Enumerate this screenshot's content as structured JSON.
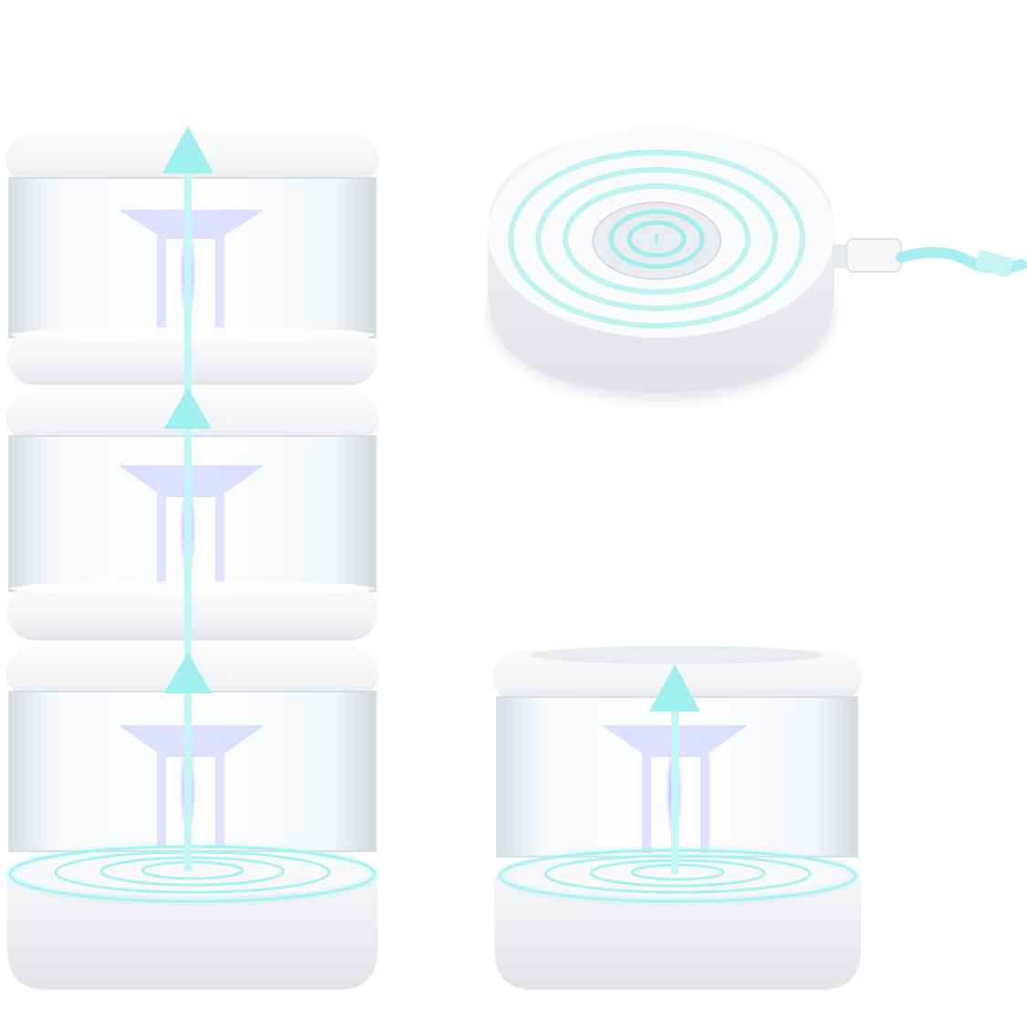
{
  "image": {
    "description_note": "",
    "items": [
      {
        "name": "stacked-jar-top"
      },
      {
        "name": "stacked-jar-middle"
      },
      {
        "name": "stacked-jar-bottom"
      },
      {
        "name": "single-jar"
      },
      {
        "name": "wireless-charging-pad"
      }
    ]
  },
  "colors": {
    "background": "#ffffff",
    "shell": "#f4f5f7",
    "shell_shadow": "#e3e5ea",
    "glass": "#eef2f6",
    "arrow": "#9ff1f0",
    "uv_glow": "#6f7cff",
    "coil": "#bff6f6",
    "cable": "#a6eef0"
  }
}
